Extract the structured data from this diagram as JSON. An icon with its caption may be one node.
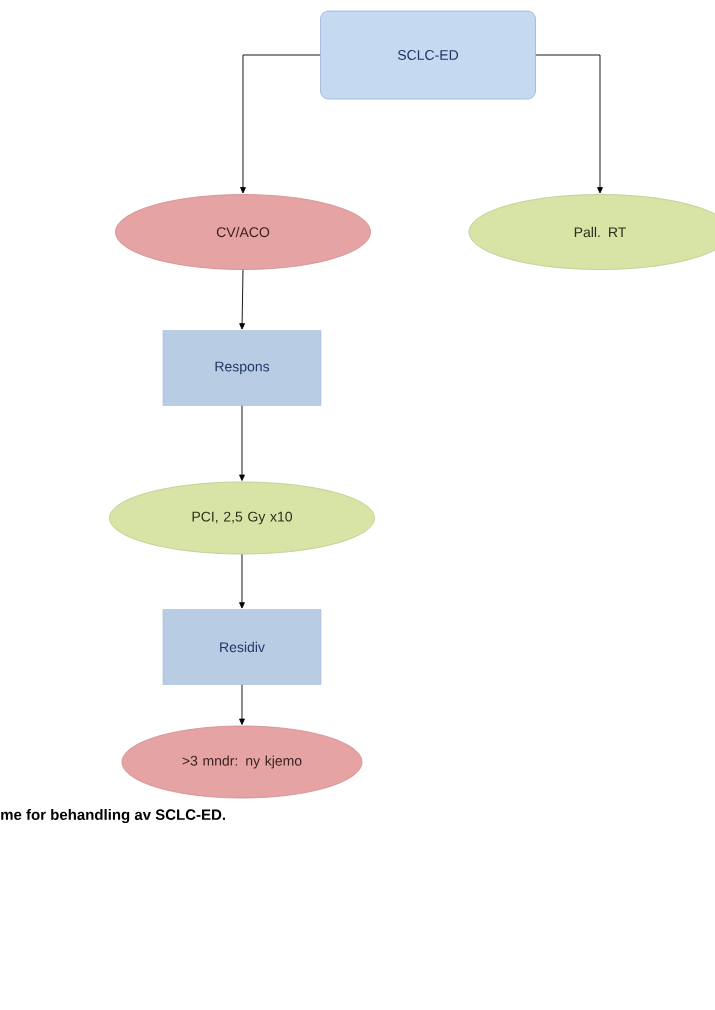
{
  "diagram": {
    "caption": "me for behandling av SCLC-ED.",
    "nodes": [
      {
        "text": [
          "SCLC-ED"
        ]
      },
      {
        "text": [
          "CV/ACO"
        ]
      },
      {
        "text": [
          "Pall. RT"
        ]
      },
      {
        "text": [
          "Respons"
        ]
      },
      {
        "text": [
          "PCI, 2,5 Gy x10"
        ]
      },
      {
        "text": [
          "Residiv"
        ]
      },
      {
        "text": [
          ">3 mndr: ny kjemo"
        ]
      }
    ],
    "edges": [
      {
        "from": 0,
        "to": 1,
        "arrow": "to"
      },
      {
        "from": 0,
        "to": 2,
        "arrow": "to"
      },
      {
        "from": 1,
        "to": 3,
        "arrow": "to"
      },
      {
        "from": 3,
        "to": 4,
        "arrow": "to"
      },
      {
        "from": 4,
        "to": 5,
        "arrow": "to"
      },
      {
        "from": 5,
        "to": 6,
        "arrow": "to"
      }
    ]
  }
}
